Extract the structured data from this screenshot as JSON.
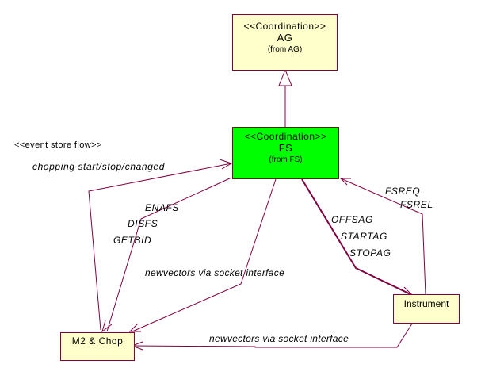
{
  "diagram": {
    "type": "UML collaboration / flow diagram",
    "line_color": "#800040",
    "nodes": {
      "ag": {
        "stereotype": "<<Coordination>>",
        "name": "AG",
        "from": "(from AG)",
        "fill": "#ffffcc"
      },
      "fs": {
        "stereotype": "<<Coordination>>",
        "name": "FS",
        "from": "(from FS)",
        "fill": "#00ff00"
      },
      "instrument": {
        "name": "Instrument",
        "fill": "#ffffcc"
      },
      "m2chop": {
        "name": "M2 & Chop",
        "fill": "#ffffcc"
      }
    },
    "note": "<<event store flow>>",
    "labels": {
      "chopping": "chopping start/stop/changed",
      "enafs": "ENAFS",
      "disfs": "DISFS",
      "getbid": "GETBID",
      "newvectors_fs": "newvectors via socket interface",
      "fsreq": "FSREQ",
      "fsrel": "FSREL",
      "offsag": "OFFSAG",
      "startag": "STARTAG",
      "stopag": "STOPAG",
      "newvectors_instr": "newvectors via socket interface"
    },
    "edges": [
      {
        "from": "FS",
        "to": "AG",
        "kind": "generalization"
      },
      {
        "from": "M2 & Chop",
        "to": "FS",
        "label": "chopping start/stop/changed"
      },
      {
        "from": "FS",
        "to": "M2 & Chop",
        "label": "ENAFS / DISFS / GETBID"
      },
      {
        "from": "FS",
        "to": "M2 & Chop",
        "label": "newvectors via socket interface"
      },
      {
        "from": "FS",
        "to": "Instrument",
        "label": "OFFSAG / STARTAG / STOPAG"
      },
      {
        "from": "Instrument",
        "to": "FS",
        "label": "FSREQ / FSREL"
      },
      {
        "from": "Instrument",
        "to": "M2 & Chop",
        "label": "newvectors via socket interface"
      }
    ]
  }
}
